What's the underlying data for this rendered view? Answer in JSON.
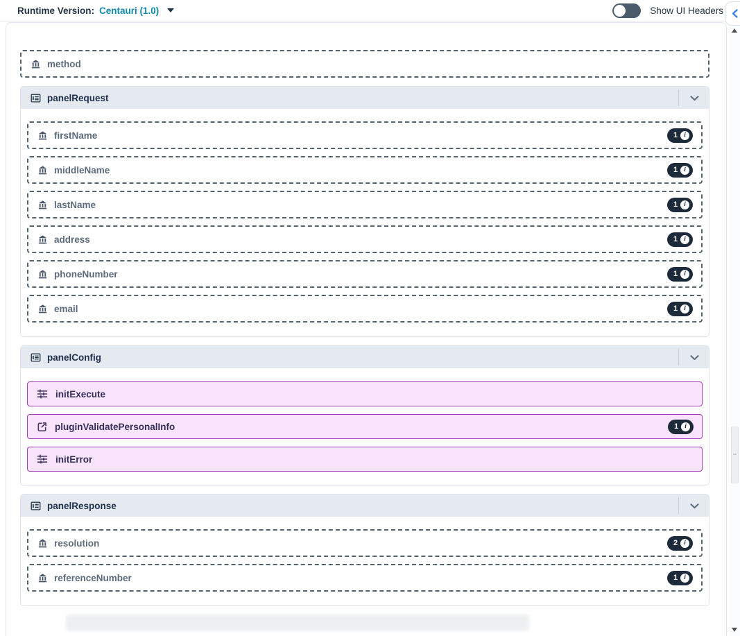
{
  "toolbar": {
    "runtime_label": "Runtime Version:",
    "runtime_value": "Centauri (1.0)",
    "toggle_label": "Show UI Headers",
    "toggle_state": "off"
  },
  "canvas": {
    "method_field": {
      "label": "method",
      "icon": "field-icon"
    },
    "panel_request": {
      "title": "panelRequest",
      "icon": "form-panel-icon",
      "collapse_icon": "chevron-down-icon",
      "fields": [
        {
          "label": "firstName",
          "count": "1",
          "icon": "field-icon"
        },
        {
          "label": "middleName",
          "count": "1",
          "icon": "field-icon"
        },
        {
          "label": "lastName",
          "count": "1",
          "icon": "field-icon"
        },
        {
          "label": "address",
          "count": "1",
          "icon": "field-icon"
        },
        {
          "label": "phoneNumber",
          "count": "1",
          "icon": "field-icon"
        },
        {
          "label": "email",
          "count": "1",
          "icon": "field-icon"
        }
      ]
    },
    "panel_config": {
      "title": "panelConfig",
      "icon": "form-panel-icon",
      "collapse_icon": "chevron-down-icon",
      "actions": [
        {
          "label": "initExecute",
          "icon": "sliders-icon"
        },
        {
          "label": "pluginValidatePersonalInfo",
          "icon": "external-link-icon",
          "count": "1"
        },
        {
          "label": "initError",
          "icon": "sliders-icon"
        }
      ]
    },
    "panel_response": {
      "title": "panelResponse",
      "icon": "form-panel-icon",
      "collapse_icon": "chevron-down-icon",
      "fields": [
        {
          "label": "resolution",
          "count": "2",
          "icon": "field-icon"
        },
        {
          "label": "referenceNumber",
          "count": "1",
          "icon": "field-icon"
        }
      ]
    }
  },
  "colors": {
    "accent_teal": "#1289ab",
    "panel_header_bg": "#e5eaf1",
    "config_row_bg": "#fae3fc",
    "config_row_border": "#a040b8",
    "badge_bg": "#1d2a39",
    "dashed_border": "#54626f",
    "toggle_track": "#4b5b6c",
    "collapse_chevron_blue": "#3a7df0"
  }
}
